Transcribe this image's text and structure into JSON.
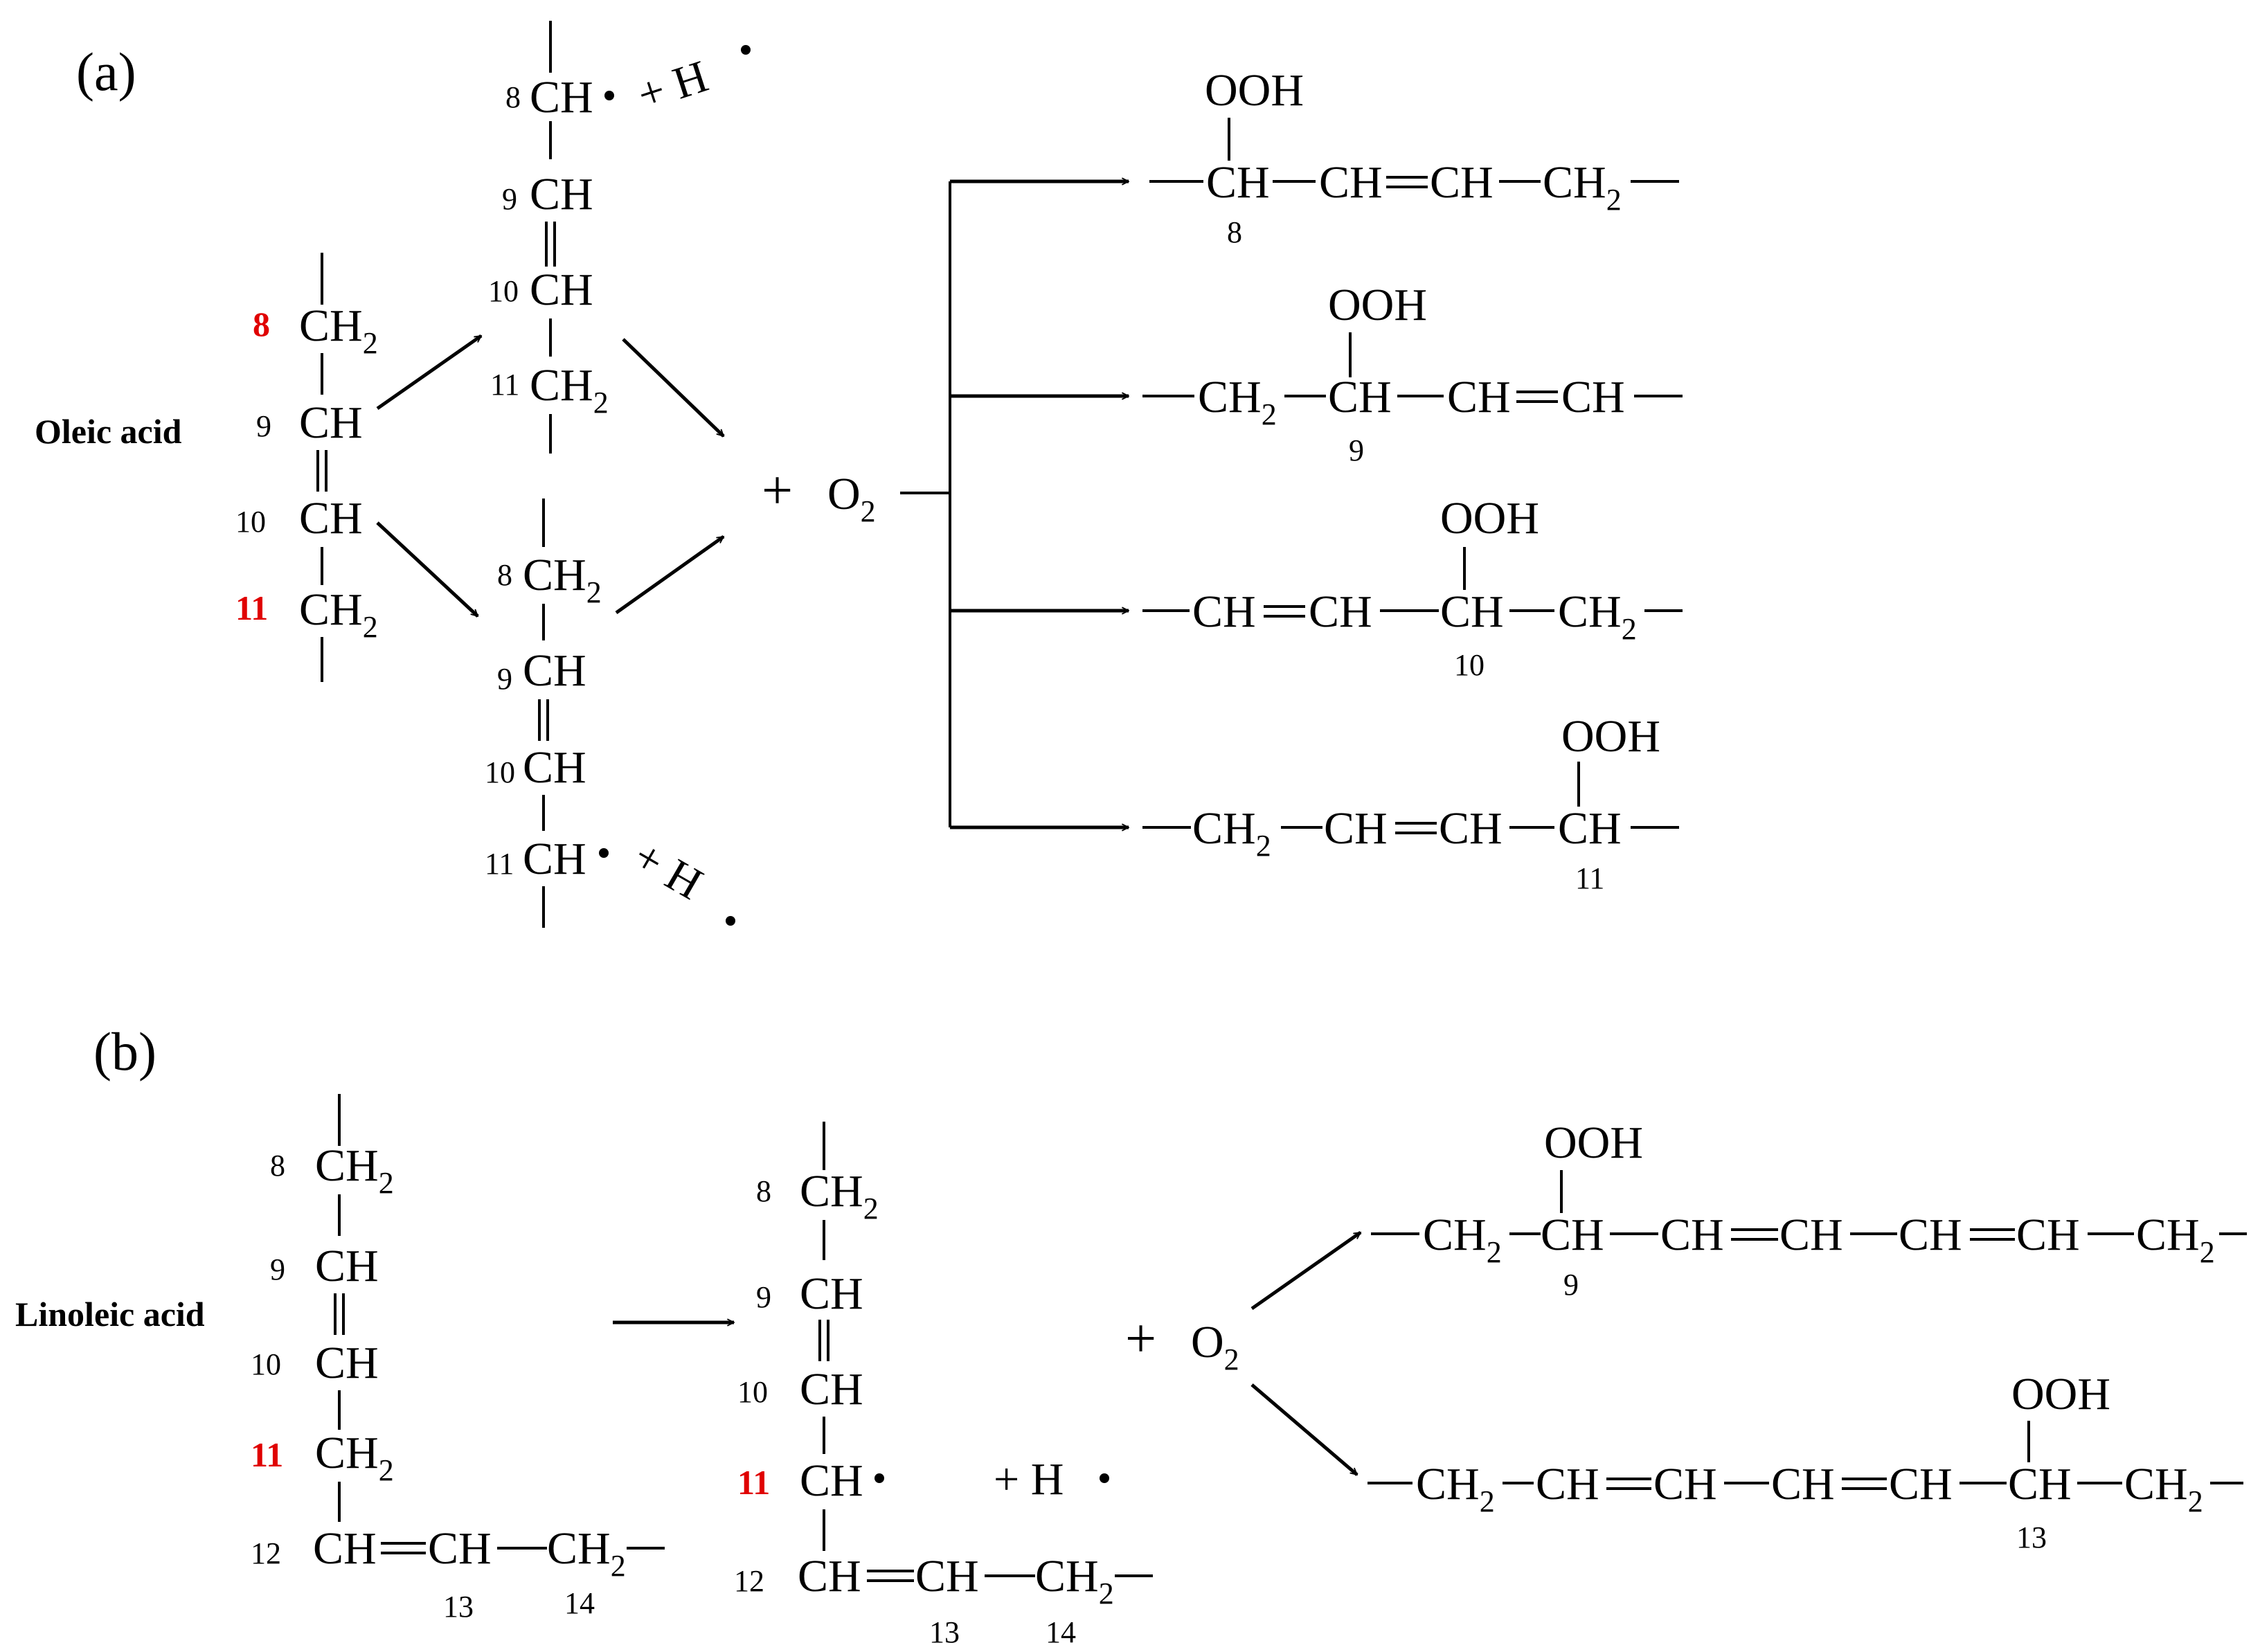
{
  "panel_a": {
    "label": "(a)",
    "compound": "Oleic acid",
    "chain": {
      "c8": "8",
      "c9": "9",
      "c10": "10",
      "c11": "11",
      "ch2": "CH",
      "sub2": "2",
      "ch": "CH"
    },
    "radical_top": {
      "n8": "8",
      "n9": "9",
      "n10": "10",
      "n11": "11",
      "ch": "CH",
      "ch2": "CH",
      "sub2": "2",
      "plus_h": "+ H"
    },
    "radical_bottom": {
      "n8": "8",
      "n9": "9",
      "n10": "10",
      "n11": "11",
      "ch": "CH",
      "ch2": "CH",
      "sub2": "2",
      "plus_h": "+ H"
    },
    "reagent": {
      "plus": "+",
      "o2": "O",
      "sub2": "2"
    },
    "products": [
      {
        "ooh": "OOH",
        "num": "8"
      },
      {
        "ooh": "OOH",
        "num": "9"
      },
      {
        "ooh": "OOH",
        "num": "10"
      },
      {
        "ooh": "OOH",
        "num": "11"
      }
    ],
    "frag": {
      "ch": "CH",
      "ch2": "CH",
      "sub2": "2"
    }
  },
  "panel_b": {
    "label": "(b)",
    "compound": "Linoleic acid",
    "chain": {
      "n8": "8",
      "n9": "9",
      "n10": "10",
      "n11": "11",
      "n12": "12",
      "n13": "13",
      "n14": "14"
    },
    "radical": {
      "n8": "8",
      "n9": "9",
      "n10": "10",
      "n11": "11",
      "n12": "12",
      "n13": "13",
      "n14": "14",
      "plus_h": "+ H"
    },
    "reagent": {
      "plus": "+",
      "o2": "O",
      "sub2": "2"
    },
    "products": [
      {
        "ooh": "OOH",
        "num": "9"
      },
      {
        "ooh": "OOH",
        "num": "13"
      }
    ],
    "frag": {
      "ch": "CH",
      "ch2": "CH",
      "sub2": "2"
    }
  }
}
